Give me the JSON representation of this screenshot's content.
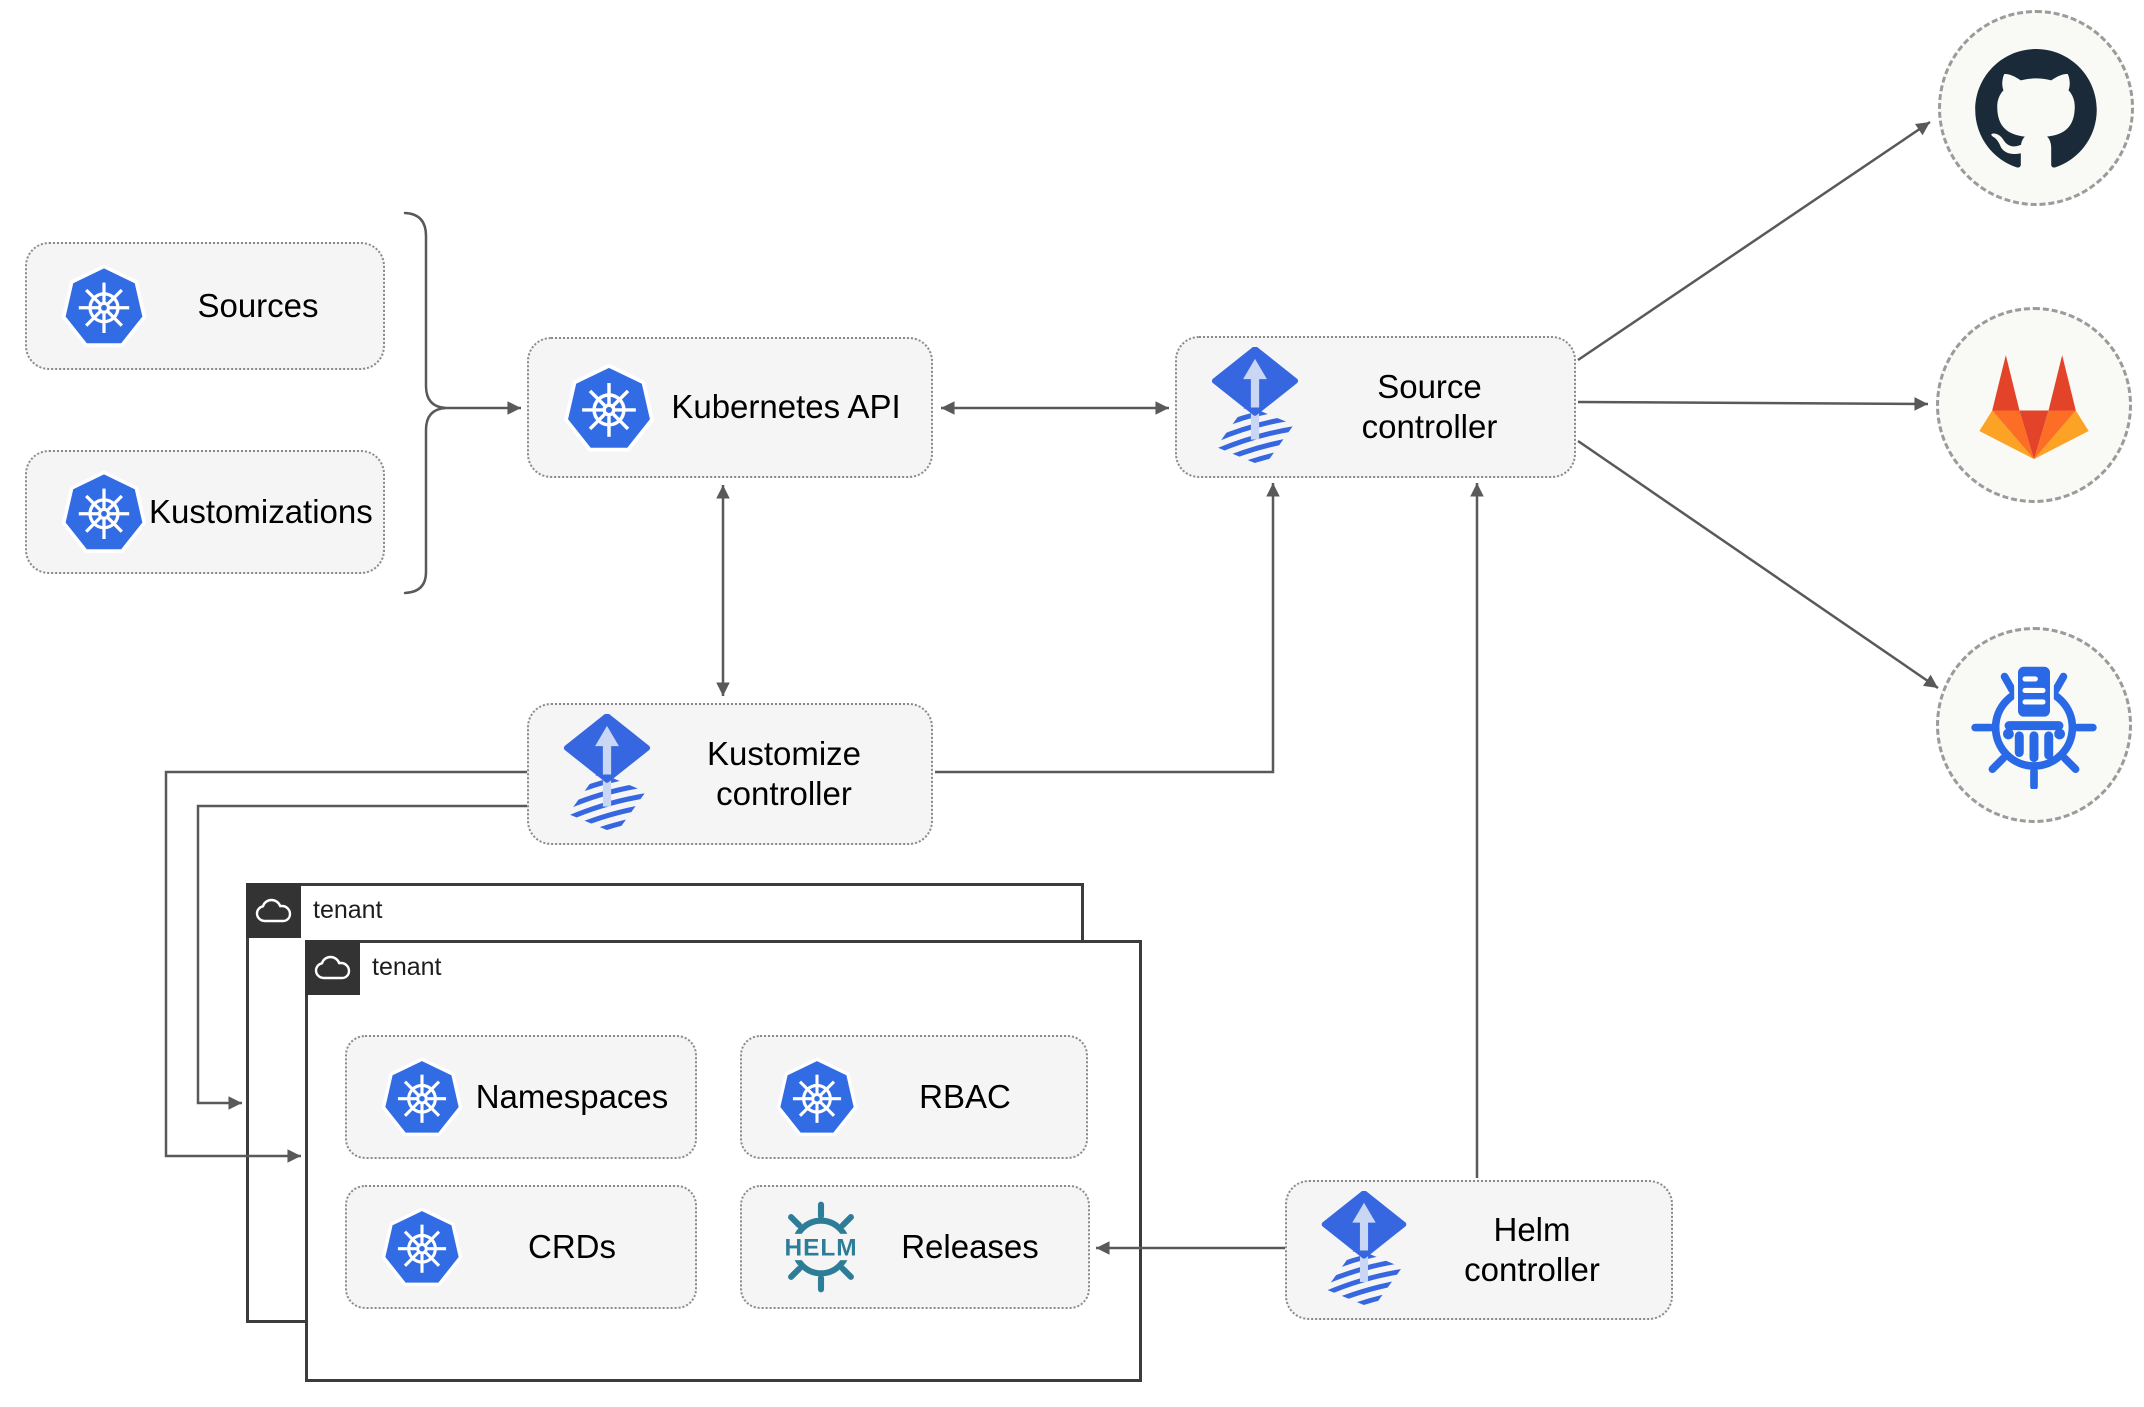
{
  "nodes": {
    "sources": "Sources",
    "kustomizations": "Kustomizations",
    "kubernetes_api": "Kubernetes API",
    "source_controller": "Source controller",
    "kustomize_controller": "Kustomize controller",
    "helm_controller": "Helm controller",
    "namespaces": "Namespaces",
    "rbac": "RBAC",
    "crds": "CRDs",
    "releases": "Releases",
    "tenant_outer": "tenant",
    "tenant_inner": "tenant"
  },
  "icons": {
    "helm_wordmark": "HELM",
    "external_targets": [
      "github",
      "gitlab",
      "chartmuseum"
    ]
  },
  "edges": [
    {
      "from": "sources+kustomizations",
      "to": "kubernetes_api",
      "style": "brace-arrow"
    },
    {
      "from": "kubernetes_api",
      "to": "source_controller",
      "style": "bidirectional"
    },
    {
      "from": "kubernetes_api",
      "to": "kustomize_controller",
      "style": "bidirectional"
    },
    {
      "from": "kustomize_controller",
      "to": "source_controller",
      "style": "arrow"
    },
    {
      "from": "helm_controller",
      "to": "source_controller",
      "style": "arrow"
    },
    {
      "from": "source_controller",
      "to": "github",
      "style": "arrow"
    },
    {
      "from": "source_controller",
      "to": "gitlab",
      "style": "arrow"
    },
    {
      "from": "source_controller",
      "to": "chartmuseum",
      "style": "arrow"
    },
    {
      "from": "kustomize_controller",
      "to": "tenant_outer",
      "style": "arrow"
    },
    {
      "from": "kustomize_controller",
      "to": "tenant_inner",
      "style": "arrow"
    },
    {
      "from": "helm_controller",
      "to": "releases",
      "style": "arrow"
    }
  ],
  "colors": {
    "kubernetes_blue": "#326ce5",
    "flux_blue": "#3767e0",
    "flux_light_arrow": "#c9d7f4",
    "helm_teal": "#2e7d98",
    "chartmuseum_blue": "#2969e6",
    "github_dark": "#1b2a38",
    "gitlab_red": "#e24329",
    "gitlab_orange": "#fc6d26",
    "gitlab_amber": "#fca326",
    "line_gray": "#595959",
    "node_fill": "#f5f5f5",
    "tenant_border": "#3c3c3c"
  }
}
